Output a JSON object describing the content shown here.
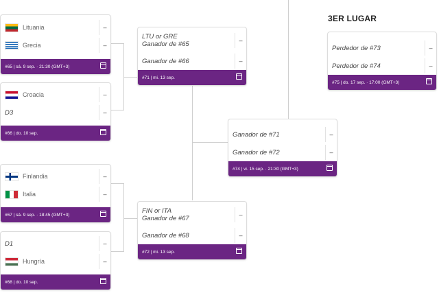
{
  "matches": {
    "m65": {
      "team1": "Lituania",
      "team2": "Grecia",
      "score1": "–",
      "score2": "–",
      "footer": "#65 | sá. 9 sep. · 21:30 (GMT+3)"
    },
    "m66": {
      "team1": "Croacia",
      "team2": "D3",
      "score1": "–",
      "score2": "–",
      "footer": "#66 | do. 10 sep."
    },
    "m67": {
      "team1": "Finlandia",
      "team2": "Italia",
      "score1": "–",
      "score2": "–",
      "footer": "#67 | sá. 9 sep. · 18:45 (GMT+3)"
    },
    "m68": {
      "team1": "D1",
      "team2": "Hungría",
      "score1": "–",
      "score2": "–",
      "footer": "#68 | do. 10 sep."
    },
    "m71": {
      "team1a": "LTU or GRE",
      "team1b": "Ganador de #65",
      "team2": "Ganador de #66",
      "score1": "–",
      "score2": "–",
      "footer": "#71 | mi. 13 sep."
    },
    "m72": {
      "team1a": "FIN or ITA",
      "team1b": "Ganador de #67",
      "team2": "Ganador de #68",
      "score1": "–",
      "score2": "–",
      "footer": "#72 | mi. 13 sep."
    },
    "m74": {
      "team1": "Ganador de #71",
      "team2": "Ganador de #72",
      "score1": "–",
      "score2": "–",
      "footer": "#74 | vi. 15 sep. · 21:30 (GMT+3)"
    },
    "m75": {
      "team1": "Perdedor de #73",
      "team2": "Perdedor de #74",
      "score1": "–",
      "score2": "–",
      "footer": "#75 | do. 17 sep. · 17:00 (GMT+3)"
    }
  },
  "third_place_title": "3ER LUGAR",
  "colors": {
    "footer": "#6b2583",
    "connector": "#cfcfcf"
  },
  "icons": {
    "calendar": "calendar-icon"
  }
}
